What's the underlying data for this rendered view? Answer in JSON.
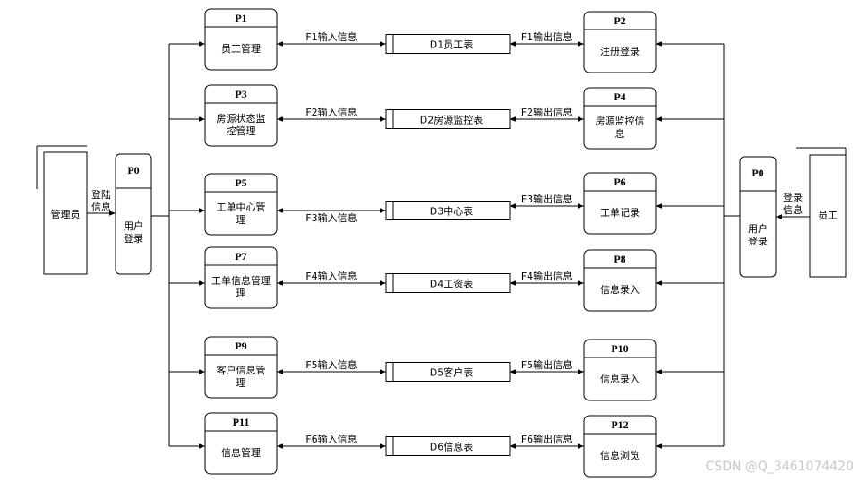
{
  "left_processes": [
    {
      "id": "P1",
      "label": [
        "员工管理"
      ]
    },
    {
      "id": "P3",
      "label": [
        "房源状态监",
        "控管理"
      ]
    },
    {
      "id": "P5",
      "label": [
        "工单中心管",
        "理"
      ]
    },
    {
      "id": "P7",
      "label": [
        "工单信息管理",
        "理"
      ]
    },
    {
      "id": "P9",
      "label": [
        "客户信息管",
        "理"
      ]
    },
    {
      "id": "P11",
      "label": [
        "信息管理"
      ]
    }
  ],
  "right_processes": [
    {
      "id": "P2",
      "label": [
        "注册登录"
      ]
    },
    {
      "id": "P4",
      "label": [
        "房源监控信",
        "息"
      ]
    },
    {
      "id": "P6",
      "label": [
        "工单记录"
      ]
    },
    {
      "id": "P8",
      "label": [
        "信息录入"
      ]
    },
    {
      "id": "P10",
      "label": [
        "信息录入"
      ]
    },
    {
      "id": "P12",
      "label": [
        "信息浏览"
      ]
    }
  ],
  "stores": [
    "D1员工表",
    "D2房源监控表",
    "D3中心表",
    "D4工资表",
    "D5客户表",
    "D6信息表"
  ],
  "input_flows": [
    "F1输入信息",
    "F2输入信息",
    "F3输入信息",
    "F4输入信息",
    "F5输入信息",
    "F6输入信息"
  ],
  "output_flows": [
    "F1输出信息",
    "F2输出信息",
    "F3输出信息",
    "F4输出信息",
    "F5输出信息",
    "F6输出信息"
  ],
  "left_entity": "管理员",
  "right_entity": "员工",
  "left_login": {
    "id": "P0",
    "label": [
      "用户",
      "登录"
    ]
  },
  "right_login": {
    "id": "P0",
    "label": [
      "用户",
      "登录"
    ]
  },
  "left_login_flow": [
    "登陆",
    "信息"
  ],
  "right_login_flow": [
    "登录",
    "信息"
  ],
  "watermark": "CSDN @Q_3461074420"
}
